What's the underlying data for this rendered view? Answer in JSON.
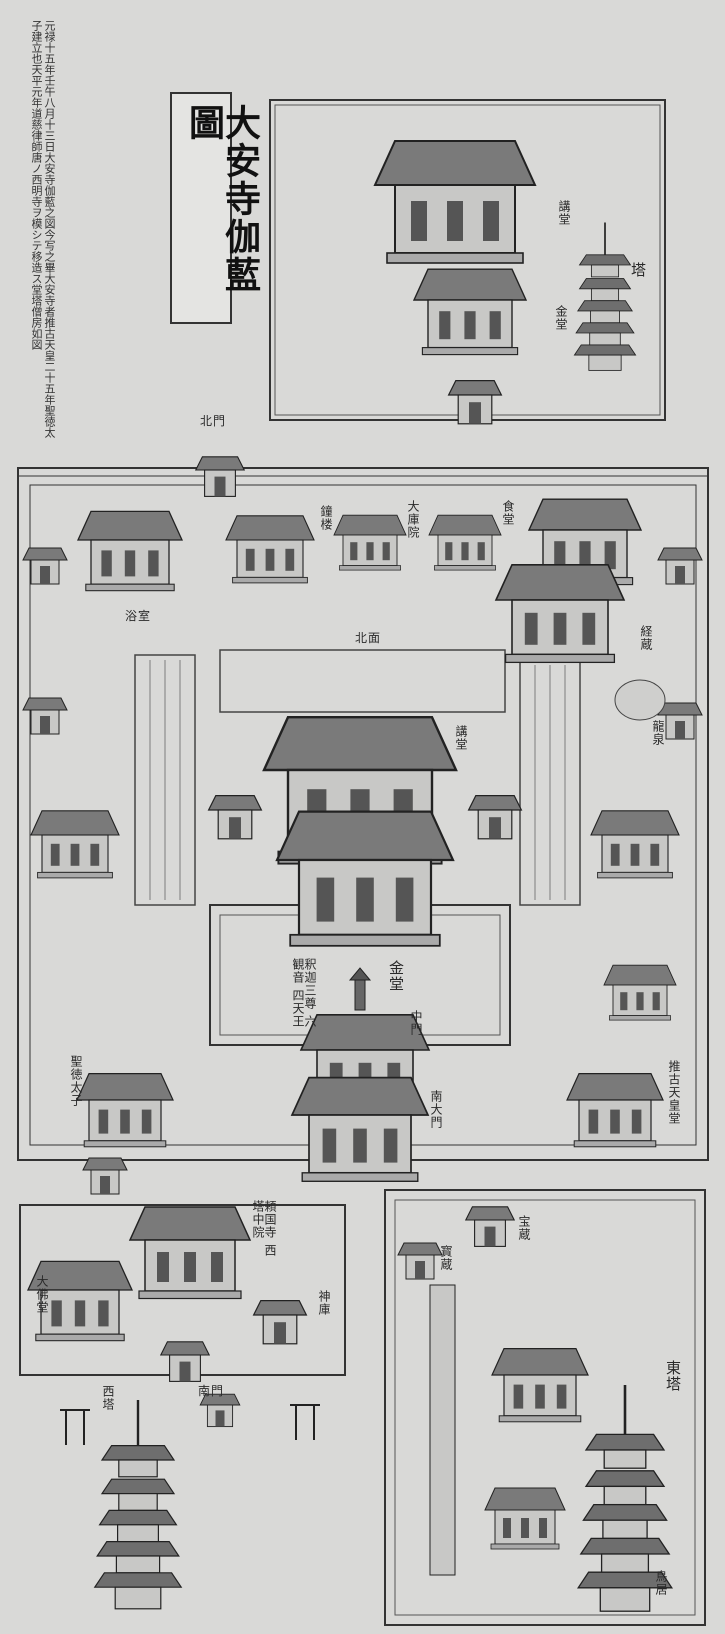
{
  "title": "大安寺伽藍圖",
  "intro_text": "元禄十五年壬午八月十三日大安寺伽藍之図今写之畢大安寺者推古天皇二十五年聖徳太子建立也天平元年道慈律師唐ノ西明寺ヲ模シテ移造ス堂塔僧房如図",
  "labels": {
    "kodo_upper": "講堂",
    "to_upper": "塔",
    "kondo_upper": "金堂",
    "kitamon": "北門",
    "yokushitsu": "浴室",
    "shoro": "鐘楼",
    "daikuin": "大庫院",
    "jikido": "食堂",
    "kitakairo": "北面",
    "kodo": "講堂",
    "kyozo": "経蔵",
    "ryusen": "龍泉",
    "kondo": "金堂",
    "butsuzo": "釈迦三尊 六観音 四天王",
    "chumon": "中門",
    "nandaimon": "南大門",
    "shotoku": "聖徳太子",
    "suiko": "推古天皇堂",
    "minamito": "西塔",
    "higashito": "東塔",
    "minamimon": "南門",
    "daibutsuden": "大佛堂",
    "jingu": "神庫",
    "ganji": "頼国寺 西塔中院",
    "hozo": "宝蔵",
    "hozo2": "寳蔵",
    "torii": "鳥居"
  },
  "colors": {
    "ink": "#2a2a2a",
    "paper": "#d9d9d7",
    "roof": "#6e6e6e"
  }
}
